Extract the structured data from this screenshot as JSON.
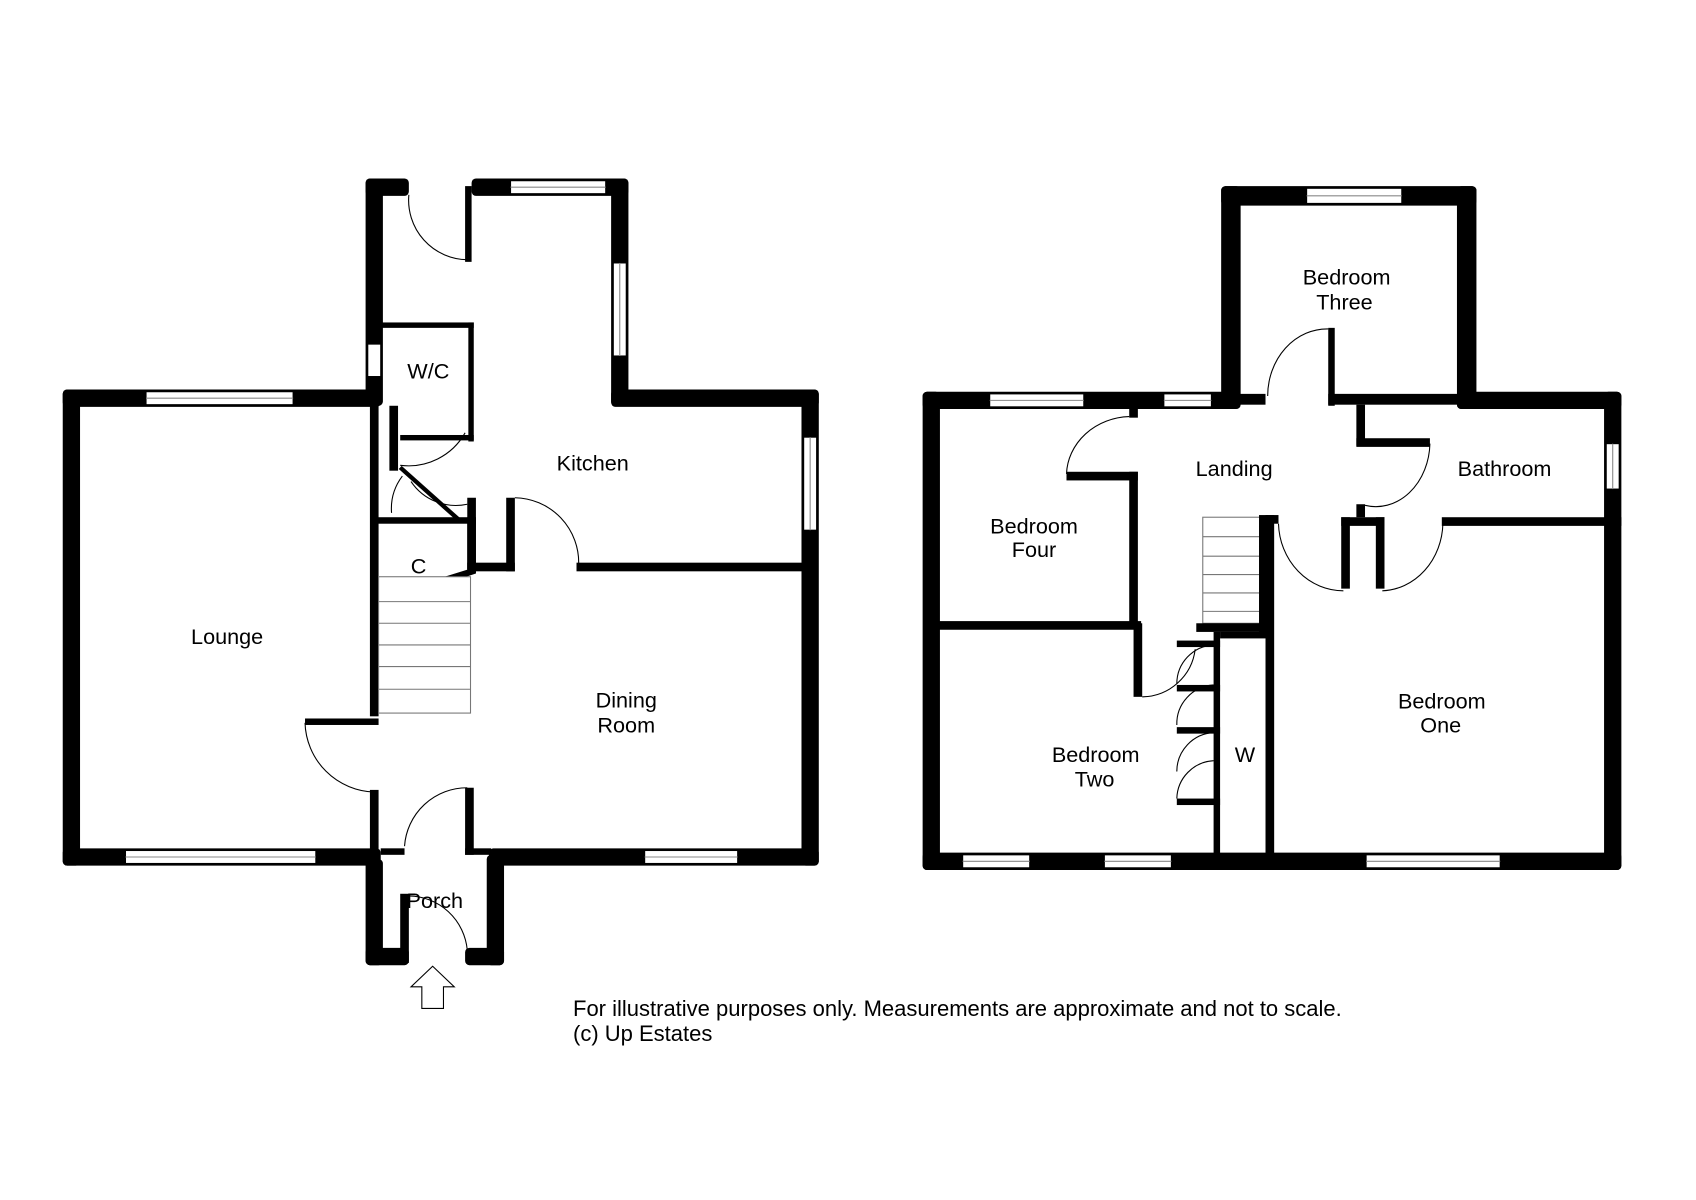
{
  "ground_floor": {
    "rooms": [
      {
        "id": "lounge",
        "label": "Lounge"
      },
      {
        "id": "kitchen",
        "label": "Kitchen"
      },
      {
        "id": "wc",
        "label": "W/C"
      },
      {
        "id": "cupboard",
        "label": "C"
      },
      {
        "id": "dining",
        "label_line1": "Dining",
        "label_line2": "Room"
      },
      {
        "id": "porch",
        "label": "Porch"
      }
    ],
    "entrance_icon": "up-arrow-icon"
  },
  "first_floor": {
    "rooms": [
      {
        "id": "bedroom-three",
        "label_line1": "Bedroom",
        "label_line2": "Three"
      },
      {
        "id": "landing",
        "label": "Landing"
      },
      {
        "id": "bathroom",
        "label": "Bathroom"
      },
      {
        "id": "bedroom-four",
        "label_line1": "Bedroom",
        "label_line2": "Four"
      },
      {
        "id": "bedroom-two",
        "label_line1": "Bedroom",
        "label_line2": "Two"
      },
      {
        "id": "wardrobe",
        "label": "W"
      },
      {
        "id": "bedroom-one",
        "label_line1": "Bedroom",
        "label_line2": "One"
      }
    ]
  },
  "footer": {
    "disclaimer": "For illustrative purposes only. Measurements are approximate and not to scale.",
    "copyright": "(c) Up Estates"
  },
  "colors": {
    "wall": "#000000",
    "background": "#ffffff"
  }
}
